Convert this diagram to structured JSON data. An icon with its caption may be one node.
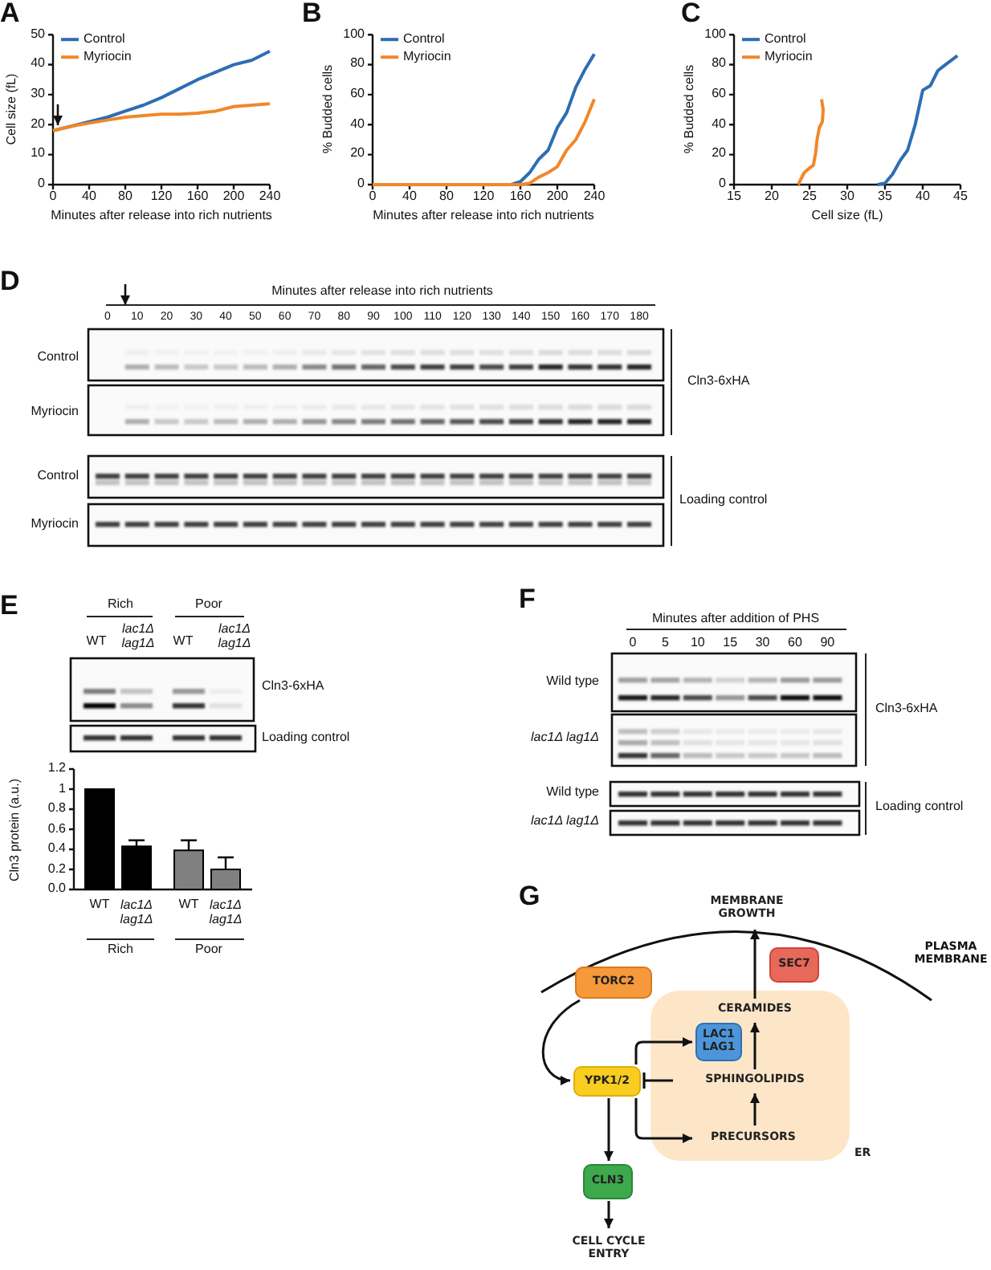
{
  "diagram": {
    "nodes": [
      {
        "text": [
          "MEMBRANE GROWTH"
        ]
      },
      {
        "text": [
          "TORC2"
        ]
      },
      {
        "text": [
          "SEC7"
        ]
      },
      {
        "text": [
          "ER"
        ]
      },
      {
        "text": [
          "CERAMIDES"
        ],
        "in": 3
      },
      {
        "text": [
          "LAC1 LAG1"
        ],
        "in": 3
      },
      {
        "text": [
          "YPK1/2"
        ]
      },
      {
        "text": [
          "SPHINGOLIPIDS"
        ],
        "in": 3
      },
      {
        "text": [
          "PRECURSORS"
        ],
        "in": 3
      },
      {
        "text": [
          "CLN3"
        ]
      },
      {
        "text": [
          "CELL CYCLE ENTRY"
        ]
      }
    ],
    "edges": [
      {
        "from": 4,
        "to": 0,
        "arrow": "to"
      },
      {
        "from": 1,
        "to": 6,
        "arrow": "to"
      },
      {
        "from": 6,
        "to": 5,
        "arrow": "to"
      },
      {
        "from": 7,
        "to": 6,
        "arrow": "other"
      },
      {
        "from": 6,
        "to": 8,
        "arrow": "to"
      },
      {
        "from": 7,
        "to": 4,
        "arrow": "to"
      },
      {
        "from": 8,
        "to": 7,
        "arrow": "to"
      },
      {
        "from": 6,
        "to": 9,
        "arrow": "to"
      },
      {
        "from": 9,
        "to": 10,
        "arrow": "to"
      }
    ],
    "labels": [
      "A",
      "B",
      "C",
      "D",
      "Minutes after release into rich nutrients",
      "0",
      "10",
      "20",
      "30",
      "40",
      "50",
      "60",
      "70",
      "80",
      "90",
      "100",
      "110",
      "120",
      "130",
      "140",
      "150",
      "160",
      "170",
      "180",
      "Control",
      "Myriocin",
      "Control",
      "Myriocin",
      "Cln3-6xHA",
      "Loading control",
      "E",
      "Rich",
      "Poor",
      "WT",
      "lac1Δ lag1Δ",
      "WT",
      "lac1Δ lag1Δ",
      "Cln3-6xHA",
      "Loading control",
      "Rich",
      "Poor",
      "F",
      "Minutes after addition of PHS",
      "0",
      "5",
      "10",
      "15",
      "30",
      "60",
      "90",
      "Wild type",
      "lac1Δ lag1Δ",
      "Cln3-6xHA",
      "Wild type",
      "lac1Δ lag1Δ",
      "Loading control",
      "G",
      "PLASMA MEMBRANE"
    ],
    "chart_data": [
      {
        "type": "line",
        "xlabel": "Minutes after release into rich nutrients",
        "ylabel": "Cell size (fL)",
        "legend": "upper left",
        "x": [
          0,
          20,
          40,
          60,
          80,
          100,
          120,
          140,
          160,
          180,
          200,
          220,
          240
        ],
        "xlim": [
          0,
          240
        ],
        "ylim": [
          0,
          50
        ],
        "xticks": [
          0,
          40,
          80,
          120,
          160,
          200,
          240
        ],
        "yticks": [
          0,
          10,
          20,
          30,
          40,
          50
        ],
        "series": [
          {
            "name": "Control",
            "color": "#2e6db4",
            "values": [
              18,
              19.5,
              21,
              22.5,
              24.5,
              26.5,
              29,
              32,
              35,
              37.5,
              40,
              41.5,
              44.5
            ]
          },
          {
            "name": "Myriocin",
            "color": "#f0882a",
            "values": [
              18,
              19.5,
              20.5,
              21.5,
              22.5,
              23,
              23.5,
              23.5,
              23.8,
              24.5,
              26,
              26.5,
              27
            ]
          }
        ]
      },
      {
        "type": "line",
        "xlabel": "Minutes after release into rich nutrients",
        "ylabel": "% Budded cells",
        "legend": "upper left",
        "x": [
          0,
          140,
          150,
          160,
          170,
          180,
          190,
          200,
          210,
          220,
          230,
          240
        ],
        "xlim": [
          0,
          240
        ],
        "ylim": [
          0,
          100
        ],
        "xticks": [
          0,
          40,
          80,
          120,
          160,
          200,
          240
        ],
        "yticks": [
          0,
          20,
          40,
          60,
          80,
          100
        ],
        "series": [
          {
            "name": "Control",
            "color": "#2e6db4",
            "values": [
              0,
              0,
              0,
              2,
              8,
              17,
              23,
              38,
              48,
              65,
              77,
              87
            ]
          },
          {
            "name": "Myriocin",
            "color": "#f0882a",
            "values": [
              0,
              0,
              0,
              0,
              1,
              5,
              8,
              12,
              23,
              30,
              42,
              57
            ]
          }
        ]
      },
      {
        "type": "line",
        "xlabel": "Cell size (fL)",
        "ylabel": "% Budded cells",
        "legend": "upper left",
        "xlim": [
          15,
          45
        ],
        "ylim": [
          0,
          100
        ],
        "xticks": [
          15,
          20,
          25,
          30,
          35,
          40,
          45
        ],
        "yticks": [
          0,
          20,
          40,
          60,
          80,
          100
        ],
        "series": [
          {
            "name": "Control",
            "color": "#2e6db4",
            "x": [
              34,
              35,
              36,
              37,
              38,
              39,
              40,
              41,
              42,
              43,
              44.6
            ],
            "values": [
              0,
              1,
              7,
              16,
              23,
              40,
              63,
              66,
              76,
              80,
              86
            ]
          },
          {
            "name": "Myriocin",
            "color": "#f0882a",
            "x": [
              23.5,
              24.3,
              25,
              25.5,
              25.8,
              26,
              26.3,
              26.7,
              26.8,
              26.6
            ],
            "values": [
              0,
              8,
              11,
              13,
              21,
              30,
              38,
              42,
              50,
              57
            ]
          }
        ]
      },
      {
        "type": "bar",
        "ylabel": "Cln3 protein (a.u.)",
        "categories": [
          "WT",
          "lac1Δ lag1Δ",
          "WT",
          "lac1Δ lag1Δ"
        ],
        "ylim": [
          0,
          1.2
        ],
        "yticks": [
          {
            "value": 0,
            "label": "0.0"
          },
          0.2,
          0.4,
          0.6,
          0.8,
          1,
          1.2
        ],
        "series": [
          {
            "color": "#000000",
            "values": [
              1,
              0.43,
              null,
              null
            ],
            "errors": [
              null,
              0.06,
              null,
              null
            ]
          },
          {
            "color": "#808080",
            "values": [
              null,
              null,
              0.39,
              0.2
            ],
            "errors": [
              null,
              null,
              0.1,
              0.12
            ]
          }
        ]
      }
    ]
  }
}
